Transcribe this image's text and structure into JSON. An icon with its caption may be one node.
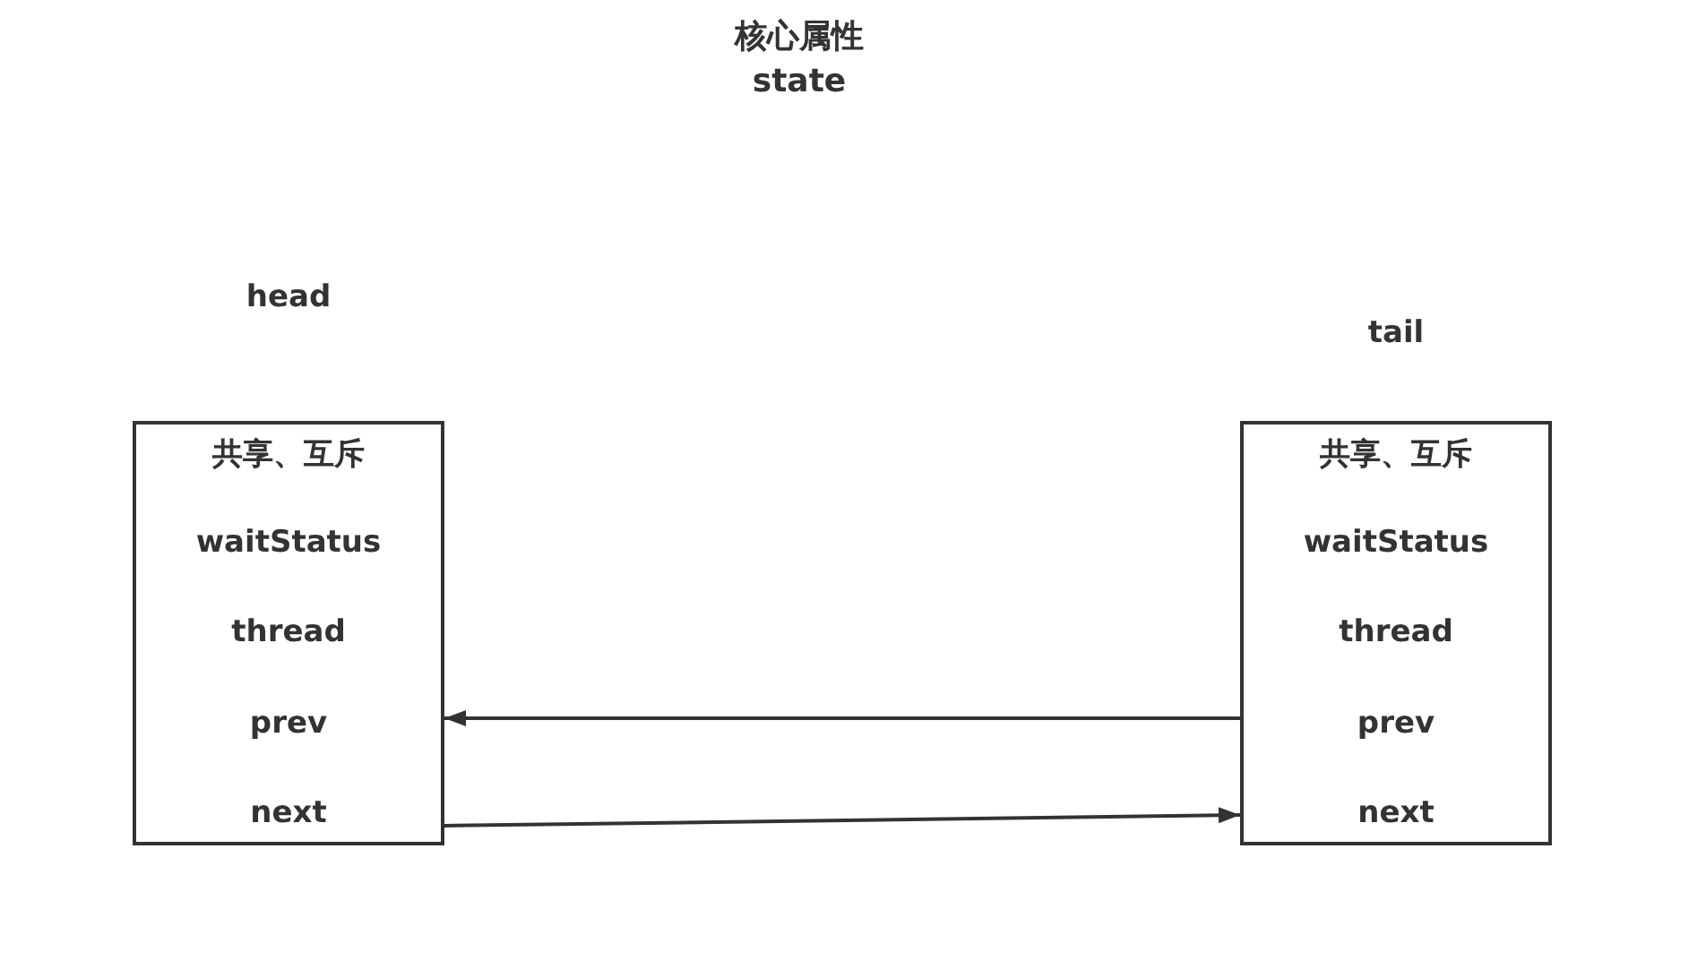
{
  "diagram": {
    "nodes": [
      {
        "text": [
          "head",
          "共享、互斥",
          "waitStatus",
          "thread",
          "prev",
          "next"
        ]
      },
      {
        "text": [
          "tail",
          "共享、互斥",
          "waitStatus",
          "thread",
          "prev",
          "next"
        ]
      }
    ],
    "edges": [
      {
        "from": 1,
        "to": 0,
        "arrow": "to"
      },
      {
        "from": 0,
        "to": 1,
        "arrow": "to"
      }
    ],
    "labels": [
      "核心属性 state"
    ]
  }
}
